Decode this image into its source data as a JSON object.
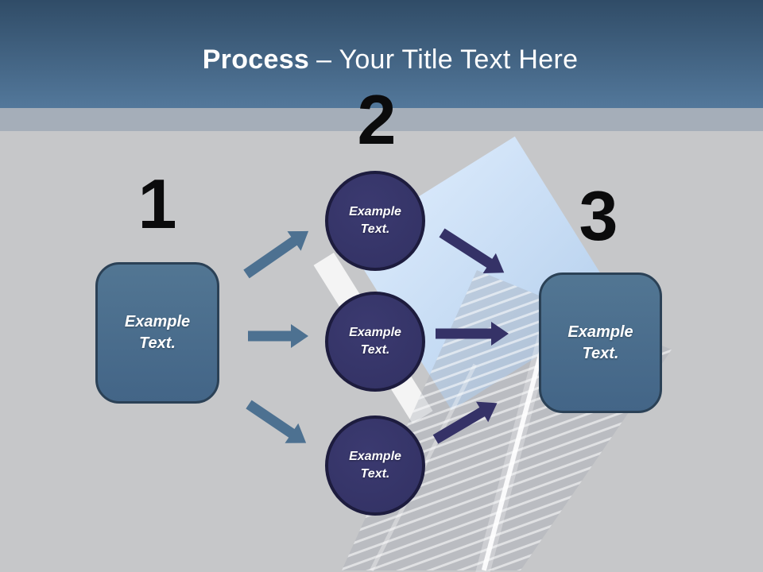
{
  "header": {
    "title_emphasis": "Process",
    "title_rest": "– Your Title Text Here"
  },
  "steps": [
    {
      "number": "1",
      "shape": "rounded-box",
      "label": "Example Text."
    },
    {
      "number": "2",
      "shape": "circles",
      "circles": [
        "Example Text.",
        "Example Text.",
        "Example Text."
      ]
    },
    {
      "number": "3",
      "shape": "rounded-box",
      "label": "Example Text."
    }
  ],
  "arrows": [
    {
      "name": "arrow-box1-to-circle1",
      "direction": "up-right",
      "color_role": "arrow_left"
    },
    {
      "name": "arrow-box1-to-circle2",
      "direction": "right",
      "color_role": "arrow_left"
    },
    {
      "name": "arrow-box1-to-circle3",
      "direction": "down-right",
      "color_role": "arrow_left"
    },
    {
      "name": "arrow-circle1-to-box3",
      "direction": "down-right",
      "color_role": "arrow_right"
    },
    {
      "name": "arrow-circle2-to-box3",
      "direction": "right",
      "color_role": "arrow_right"
    },
    {
      "name": "arrow-circle3-to-box3",
      "direction": "up-right",
      "color_role": "arrow_right"
    }
  ],
  "background_decor": [
    "rotated-light-blue-square",
    "white-diagonal-highlight-band",
    "building-stripe-fan",
    "bright-diagonal-edge-line"
  ],
  "colors": {
    "header_gradient_top": "#304c67",
    "header_gradient_bottom": "#53789b",
    "accent_band": "#a5aeb9",
    "slide_bg": "#c6c7c9",
    "box_fill_top": "#527693",
    "box_fill_bottom": "#436587",
    "box_border": "#2b4156",
    "circle_fill": "#343366",
    "circle_fill_light": "#3b3a70",
    "circle_border": "#1d1c3e",
    "arrow_left": "#4d7191",
    "arrow_right": "#353267",
    "number_color": "#0b0b0c",
    "title_color": "#ffffff",
    "label_color": "#ffffff",
    "square_light": "#d9e9fb",
    "square_dark": "#bdd5f0"
  }
}
